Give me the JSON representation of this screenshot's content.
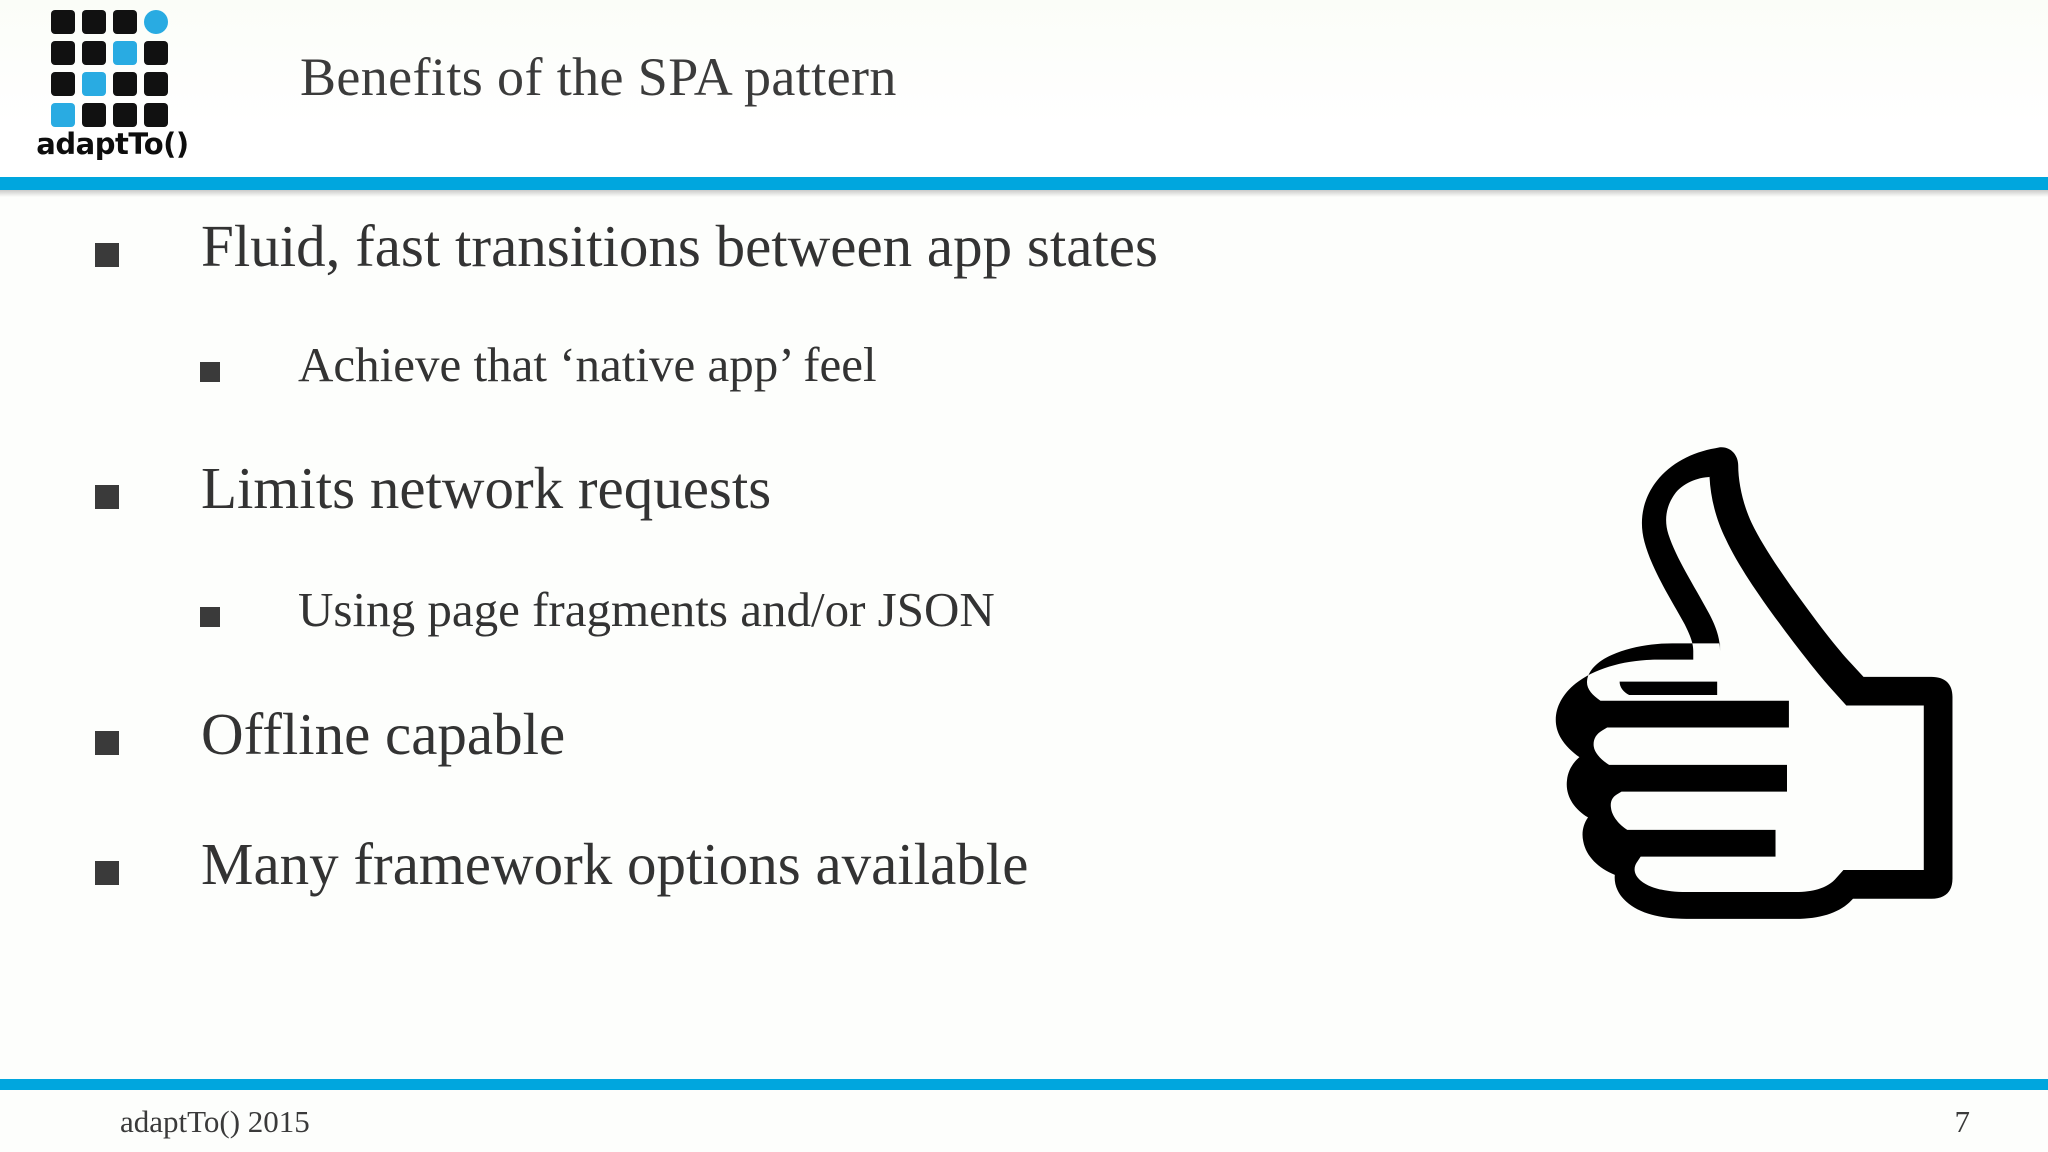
{
  "slide": {
    "title": "Benefits of the SPA pattern",
    "background_color": "#fdfefc",
    "accent_color": "#00a6de",
    "text_color": "#333333"
  },
  "logo": {
    "wordmark": "adaptTo()",
    "grid_rows": 4,
    "grid_cols": 4,
    "dark_color": "#111111",
    "accent_color": "#29abe2"
  },
  "bullets": [
    {
      "level": 1,
      "text": "Fluid, fast transitions between app states"
    },
    {
      "level": 2,
      "text": "Achieve that ‘native app’ feel"
    },
    {
      "level": 1,
      "text": "Limits network requests"
    },
    {
      "level": 2,
      "text": "Using page fragments and/or JSON"
    },
    {
      "level": 1,
      "text": "Offline capable"
    },
    {
      "level": 1,
      "text": "Many framework options available"
    }
  ],
  "illustration": {
    "name": "thumbs-up-icon",
    "description": "Thumbs up hand outline"
  },
  "footer": {
    "left": "adaptTo() 2015",
    "page_number": "7"
  }
}
